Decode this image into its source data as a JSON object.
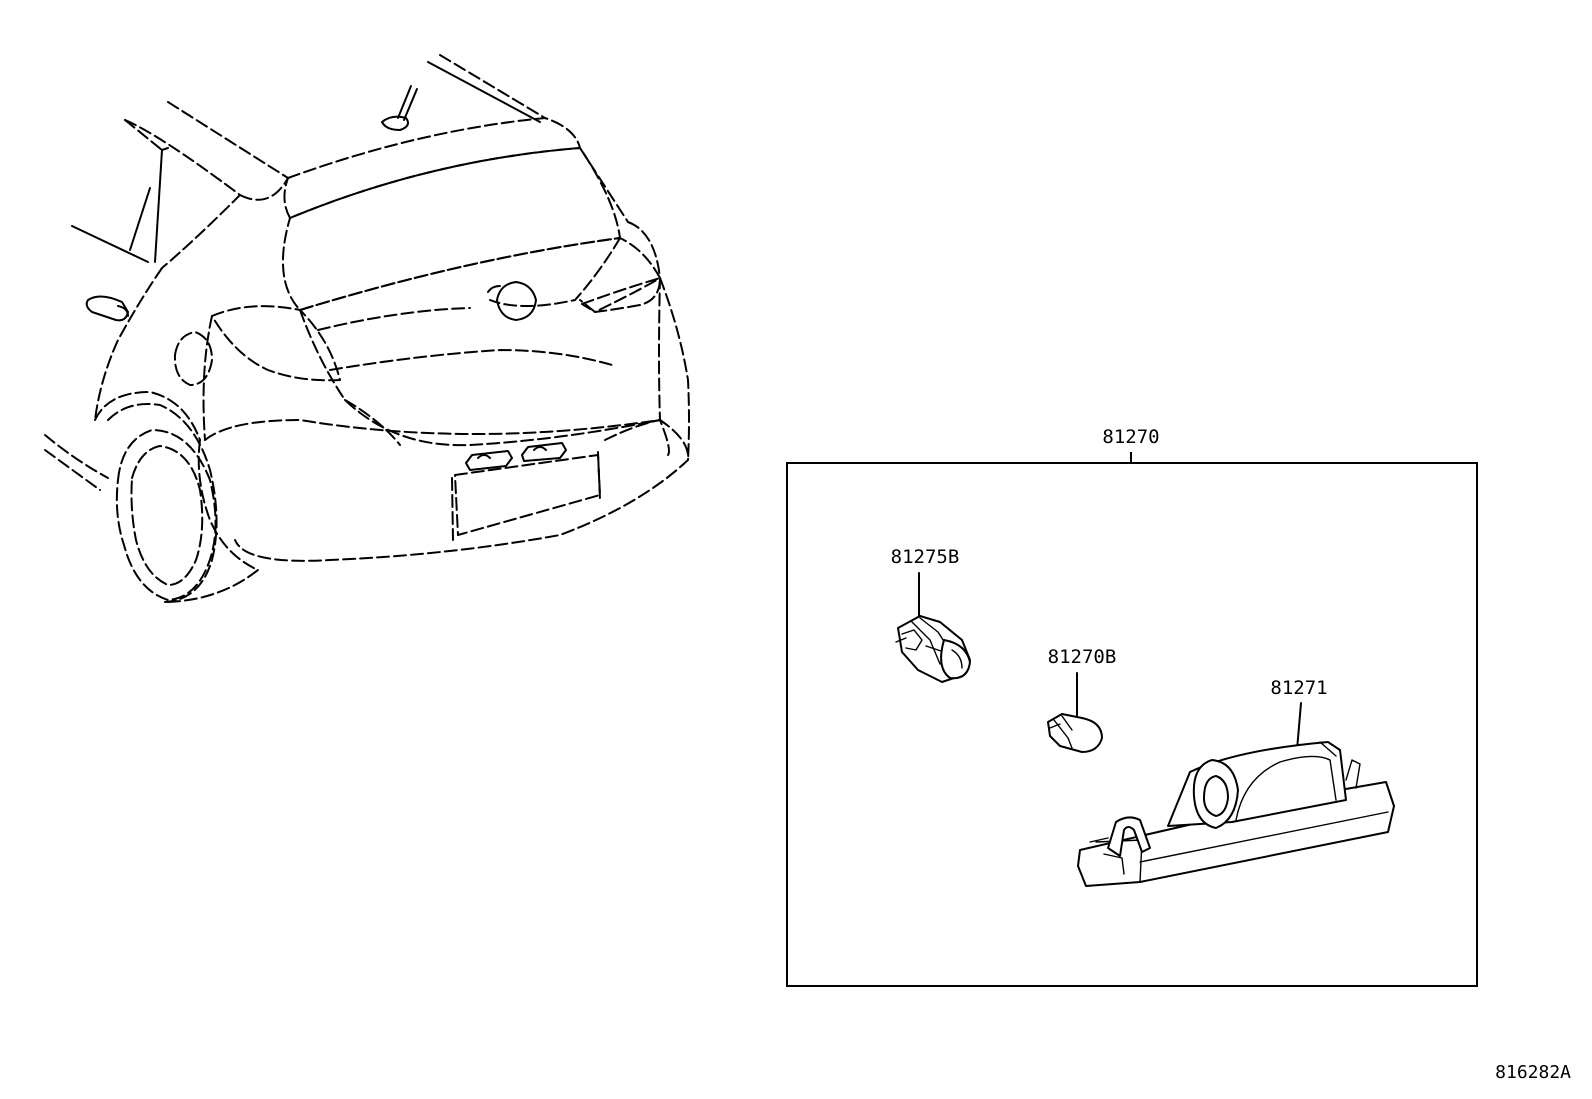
{
  "parts": {
    "assembly": "81270",
    "socket": "81275B",
    "bulb": "81270B",
    "lens": "81271"
  },
  "illustration_id": "816282A"
}
